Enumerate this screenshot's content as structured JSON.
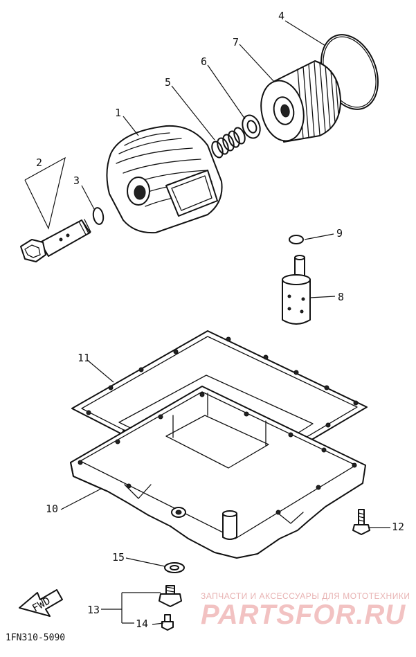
{
  "part_numbers": [
    "1",
    "2",
    "3",
    "4",
    "5",
    "6",
    "7",
    "8",
    "9",
    "10",
    "11",
    "12",
    "13",
    "14",
    "15"
  ],
  "front_arrow_label": "FWD",
  "diagram_code": "1FN310-5090",
  "watermark": {
    "tagline": "ЗАПЧАСТИ И АКСЕССУАРЫ ДЛЯ МОТОТЕХНИКИ",
    "logo": "PARTSFOR.RU"
  }
}
